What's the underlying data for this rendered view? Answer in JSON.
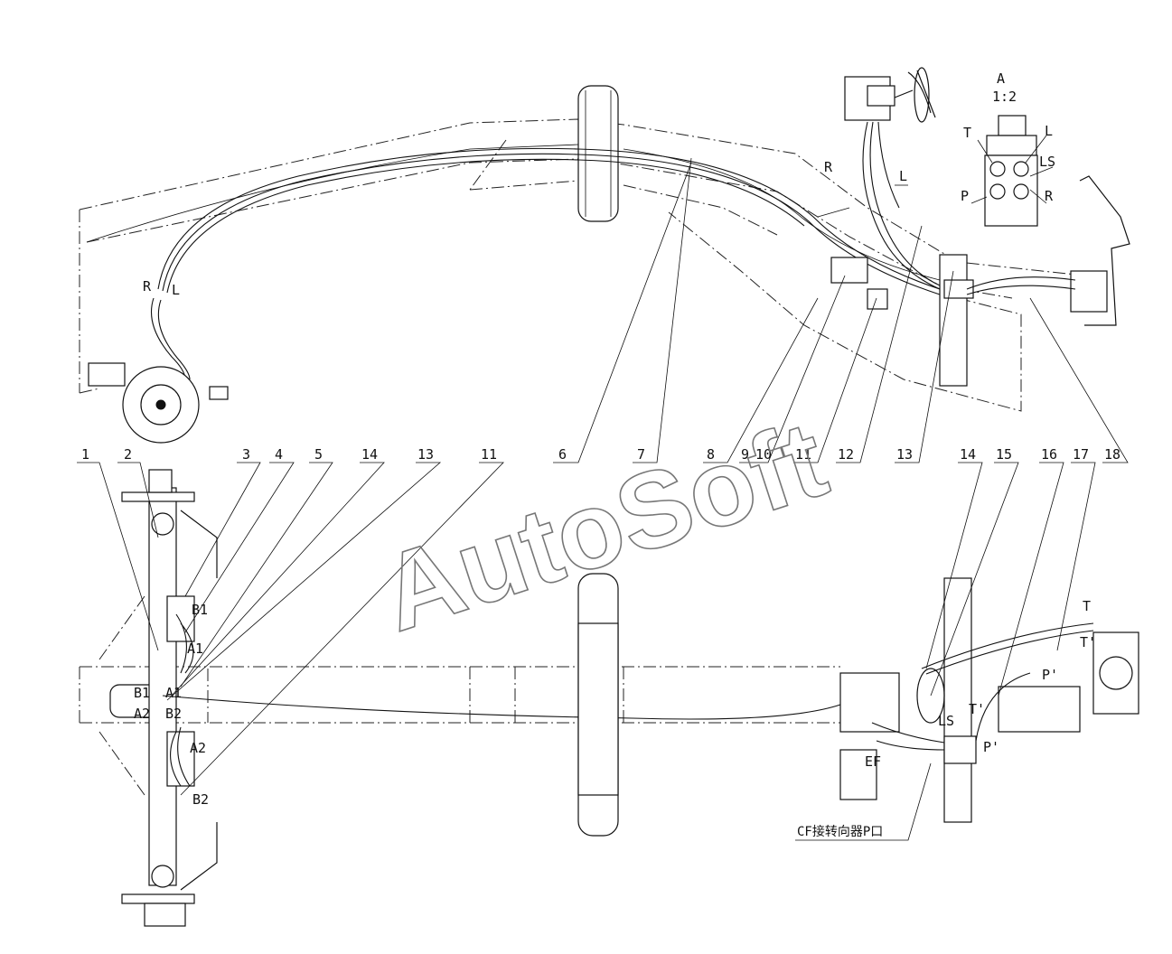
{
  "watermark": "AutoSoft",
  "detail_view": {
    "title": "A",
    "scale": "1:2",
    "ports": [
      "T",
      "L",
      "LS",
      "P",
      "R"
    ]
  },
  "upper_view_labels": {
    "r_left": "R",
    "l_left": "L",
    "r_top": "R",
    "l_top": "L"
  },
  "callouts": [
    "1",
    "2",
    "3",
    "4",
    "5",
    "14",
    "13",
    "11",
    "6",
    "7",
    "8",
    "9",
    "10",
    "11",
    "12",
    "13",
    "14",
    "15",
    "16",
    "17",
    "18"
  ],
  "lower_view_labels": {
    "b1_top": "B1",
    "a1_top": "A1",
    "b1_mid": "B1",
    "a1_mid": "A1",
    "a2_mid": "A2",
    "b2_mid": "B2",
    "a2_low": "A2",
    "b2_low": "B2",
    "t_right": "T",
    "t_prime": "T'",
    "p_prime_top": "P'",
    "ls": "LS",
    "t_prime_2": "T'",
    "ef": "EF",
    "p_prime_low": "P'",
    "cf_note": "CF接转向器P口"
  }
}
